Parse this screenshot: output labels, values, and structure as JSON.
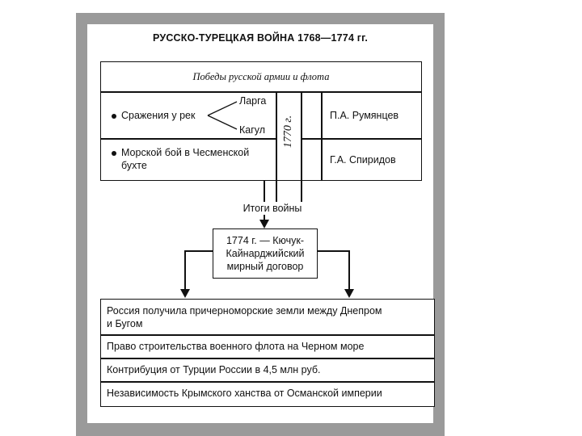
{
  "title": "РУССКО-ТУРЕЦКАЯ ВОЙНА 1768—1774 гг.",
  "victories_header": "Победы русской армии и флота",
  "battle_rivers": {
    "label": "Сражения у рек",
    "river_1": "Ларга",
    "river_2": "Кагул",
    "commander": "П.А. Румянцев"
  },
  "naval_battle": {
    "line_1": "Морской бой в Чесменской",
    "line_2": "бухте",
    "commander": "Г.А. Спиридов"
  },
  "year_label": "1770 г.",
  "results_label": "Итоги войны",
  "treaty": {
    "line_1": "1774 г. — Кючук-",
    "line_2": "Кайнарджийский",
    "line_3": "мирный договор"
  },
  "outcomes": [
    {
      "line_1": "Россия получила причерноморские земли между Днепром",
      "line_2": "и Бугом"
    },
    {
      "line_1": "Право строительства военного флота на Черном море"
    },
    {
      "line_1": "Контрибуция от Турции России в 4,5 млн руб."
    },
    {
      "line_1": "Независимость Крымского ханства от Османской империи"
    }
  ]
}
